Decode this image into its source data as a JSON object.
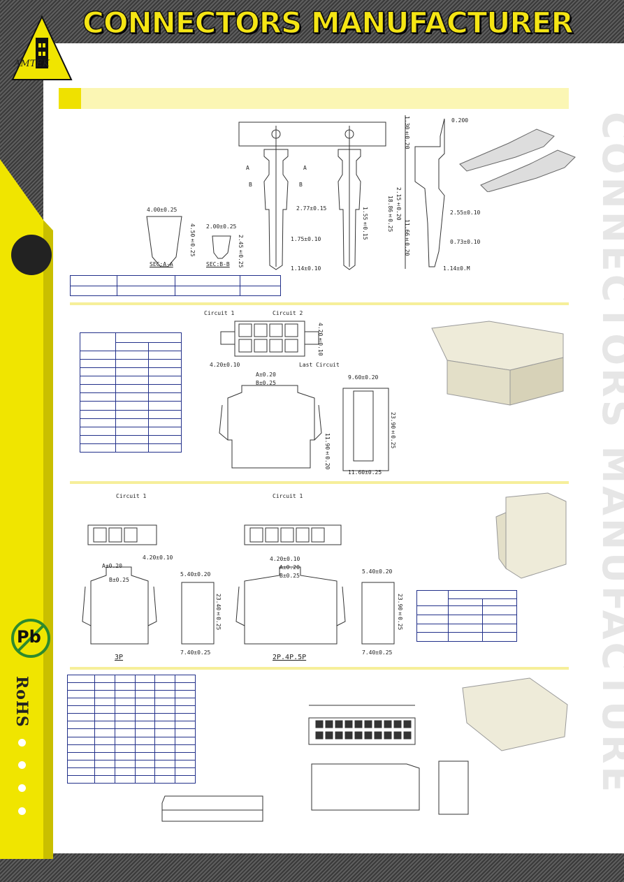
{
  "header": {
    "title": "CONNECTORS MANUFACTURER",
    "logo_text": "AMTEK"
  },
  "badges": {
    "pb": "Pb",
    "rohs": "RoHS"
  },
  "watermark": {
    "text": "CONNECTORS MANUFACTURE"
  },
  "terminal_dims": {
    "top_width": "4.00±0.25",
    "sec_a_height": "4.50±0.25",
    "sec_b_width": "2.00±0.25",
    "sec_b_height": "2.45±0.25",
    "sec_a_label": "SEC:A-A",
    "sec_b_label": "SEC:B-B",
    "letter_a": "A",
    "letter_b": "B",
    "d_277": "2.77±0.15",
    "d_175": "1.75±0.10",
    "d_114": "1.14±0.10",
    "d_155": "1.55±0.15",
    "d_0200": "0.200",
    "d_130": "1.30±0.20",
    "d_215": "2.15±0.20",
    "d_1886": "18.86±0.25",
    "d_1166": "11.66±0.20",
    "d_255": "2.55±0.10",
    "d_073": "0.73±0.10",
    "d_114m": "1.14±0.M"
  },
  "section2": {
    "circuit1": "Circuit 1",
    "circuit2": "Circuit 2",
    "last_circuit": "Last Circuit",
    "pitch_h": "4.20±0.10",
    "pitch_v": "4.20±0.10",
    "dim_a": "A±0.20",
    "dim_b": "B±0.25",
    "dim_960": "9.60±0.20",
    "dim_2390": "23.90±0.25",
    "dim_1190": "11.90±0.20",
    "dim_1160": "11.60±0.25"
  },
  "section3": {
    "circuit1_left": "Circuit 1",
    "circuit1_right": "Circuit 1",
    "pitch_left": "4.20±0.10",
    "pitch_right": "4.20±0.10",
    "dim_a_left": "A±0.20",
    "dim_a_right": "A±0.20",
    "dim_b_left": "B±0.25",
    "dim_b_right": "B±0.25",
    "dim_540_left": "5.40±0.20",
    "dim_540_right": "5.40±0.20",
    "dim_2340": "23.40±0.25",
    "dim_2390": "23.90±0.25",
    "dim_740_left": "7.40±0.25",
    "dim_740_right": "7.40±0.25",
    "label_3p": "3P",
    "label_2p": "2P.4P.5P"
  }
}
